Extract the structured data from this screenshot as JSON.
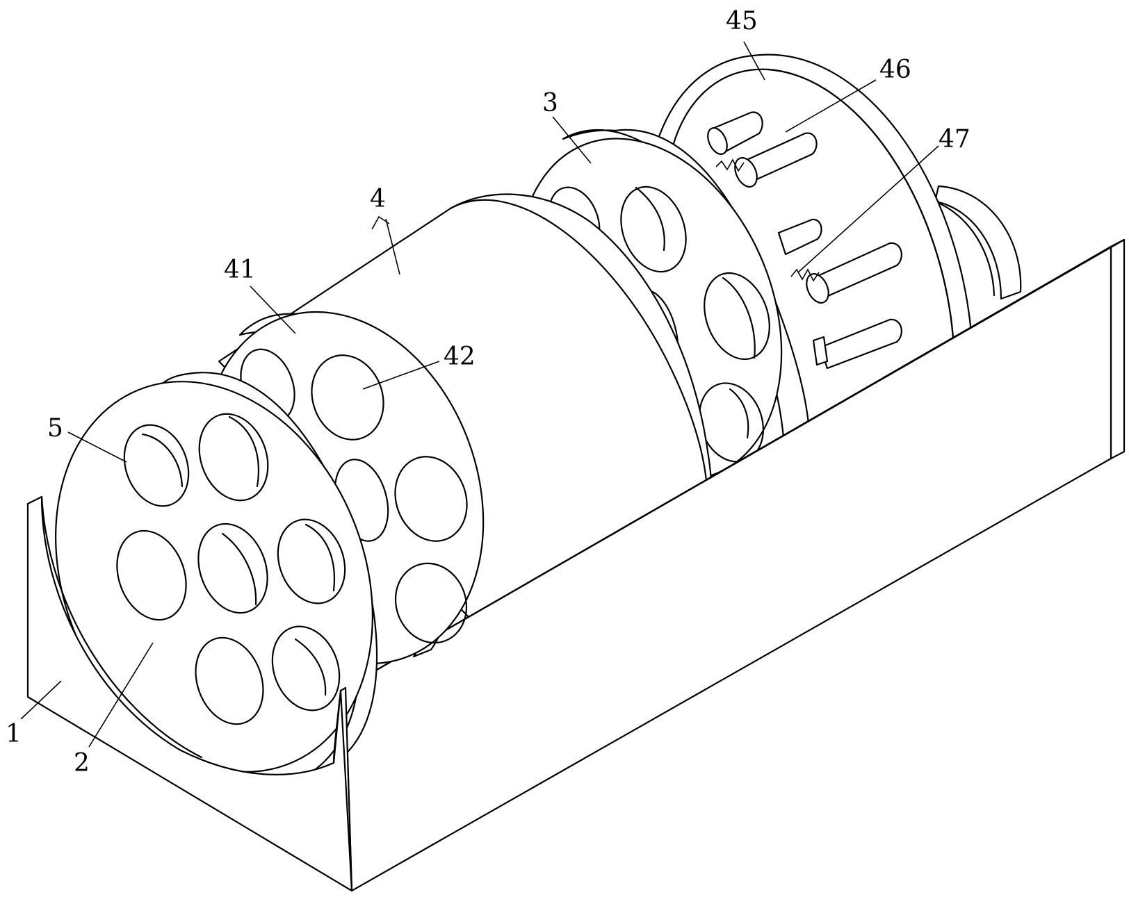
{
  "labels": {
    "l1": "1",
    "l2": "2",
    "l3": "3",
    "l4": "4",
    "l5": "5",
    "l41": "41",
    "l42": "42",
    "l45": "45",
    "l46": "46",
    "l47": "47"
  }
}
